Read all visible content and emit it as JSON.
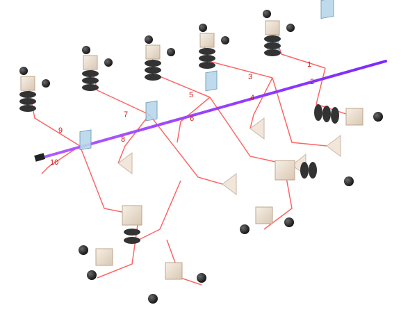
{
  "scene": {
    "pump_beam_color": "#9b30ff",
    "red_beam_color": "#ff4a4a",
    "optics_color": "#b7d7ea",
    "detector_color": "#3a3a3a"
  },
  "labels": [
    "1",
    "2",
    "3",
    "4",
    "5",
    "6",
    "7",
    "8",
    "9",
    "10"
  ]
}
